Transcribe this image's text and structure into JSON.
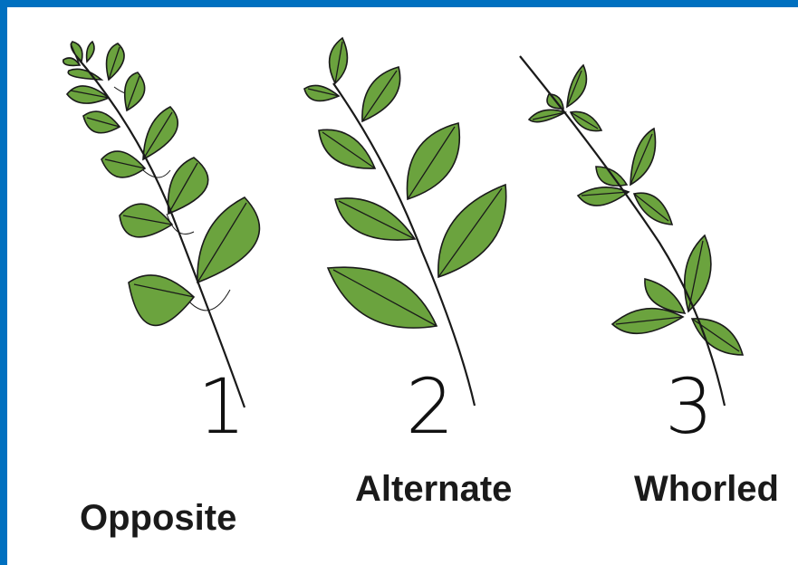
{
  "frame_color": "#0070C0",
  "leaf_color": "#6BA33E",
  "arrangements": [
    {
      "number": "1",
      "label": "Opposite"
    },
    {
      "number": "2",
      "label": "Alternate"
    },
    {
      "number": "3",
      "label": "Whorled"
    }
  ]
}
